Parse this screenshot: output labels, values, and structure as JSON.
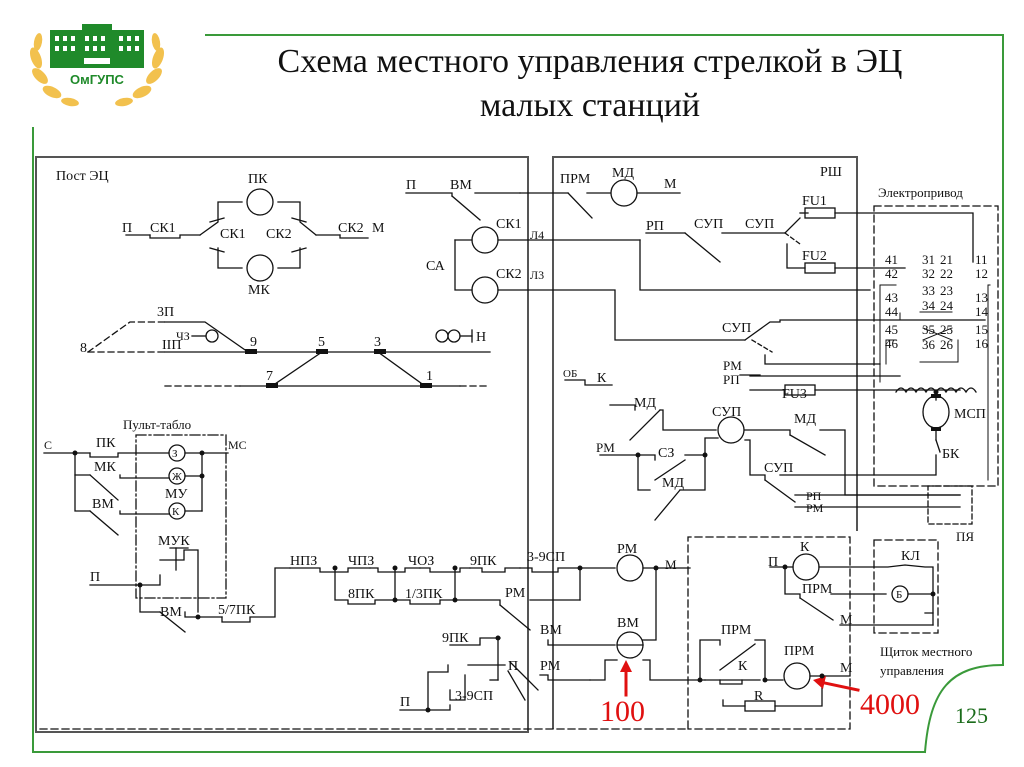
{
  "slide": {
    "title_line1": "Схема местного управления стрелкой в ЭЦ",
    "title_line2": "малых станций",
    "page_number": "125",
    "logo_text": "ОмГУПС",
    "colors": {
      "frame_green": "#3a9a3a",
      "page_number_green": "#1a6b1a",
      "logo_green": "#1f8a2a",
      "logo_gold": "#f2c14e",
      "annotation_red": "#e01010",
      "line": "#111111"
    }
  },
  "sections": {
    "post_ec": "Пост ЭЦ",
    "rsh": "РШ",
    "electric_drive": "Электропривод",
    "console": "Пульт-табло",
    "local_panel_line1": "Щиток местного",
    "local_panel_line2": "управления",
    "pya": "ПЯ"
  },
  "annotations": {
    "current_low": "100",
    "current_high": "4000"
  },
  "labels": {
    "p": "П",
    "m": "М",
    "s": "С",
    "ms": "МС",
    "sa": "СА",
    "sk1": "СК1",
    "sk2": "СК2",
    "pk": "ПК",
    "mk": "МК",
    "vm": "ВМ",
    "rm": "РМ",
    "rp": "РП",
    "prm": "ПРМ",
    "md": "МД",
    "sup": "СУП",
    "k": "К",
    "kl": "КЛ",
    "b": "Б",
    "r": "R",
    "l3": "Л3",
    "l4": "Л4",
    "fu1": "FU1",
    "fu2": "FU2",
    "fu3": "FU3",
    "msp": "МСП",
    "bk": "БК",
    "ob": "ОБ",
    "sz": "СЗ",
    "mu": "МУ",
    "muk": "МУК",
    "z": "З",
    "zh": "Ж",
    "npz": "НПЗ",
    "chpz": "ЧПЗ",
    "choz": "ЧОЗ",
    "pk9": "9ПК",
    "sp39": "3-9СП",
    "pk8": "8ПК",
    "pk13": "1/3ПК",
    "pk57": "5/7ПК",
    "track_3p": "3П",
    "track_2p": "IIП",
    "sig_chz": "ЧЗ",
    "sig_n": "Н",
    "sw9": "9",
    "sw5": "5",
    "sw3": "3",
    "sw7": "7",
    "sw1": "1",
    "sw8": "8"
  },
  "terminals": {
    "col1": [
      "41",
      "42",
      "43",
      "44",
      "45",
      "46"
    ],
    "col2": [
      "31",
      "32",
      "33",
      "34",
      "35",
      "36"
    ],
    "col3": [
      "21",
      "22",
      "23",
      "24",
      "25",
      "26"
    ],
    "col4": [
      "11",
      "12",
      "13",
      "14",
      "15",
      "16"
    ]
  }
}
